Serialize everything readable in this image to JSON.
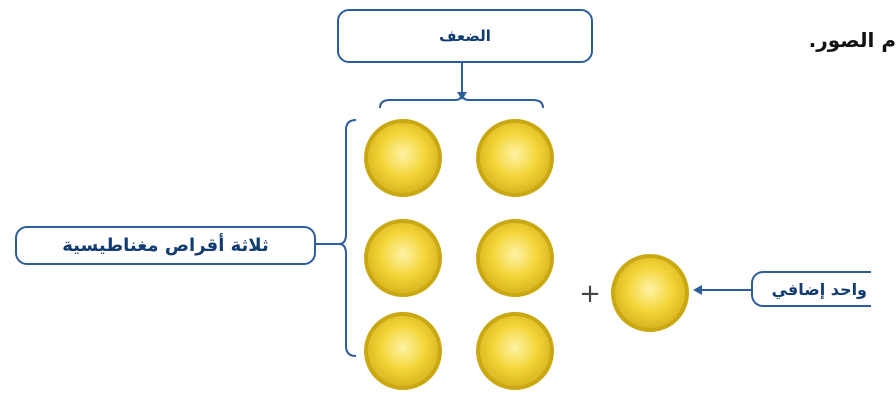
{
  "labels": {
    "double": "الضعف",
    "three_discs": "ثلاثة أقراص مغناطيسية",
    "extra_one": "واحد إضافي"
  },
  "instruction_text": "م الصور.",
  "operator": "+",
  "colors": {
    "box_border": "#2d5d9a",
    "label_text": "#123d73",
    "disc_fill": "#f3d538",
    "disc_rim": "#c9a814"
  },
  "disc_grid": {
    "columns": 2,
    "rows": 3,
    "total": 6
  },
  "extra_discs": 1
}
